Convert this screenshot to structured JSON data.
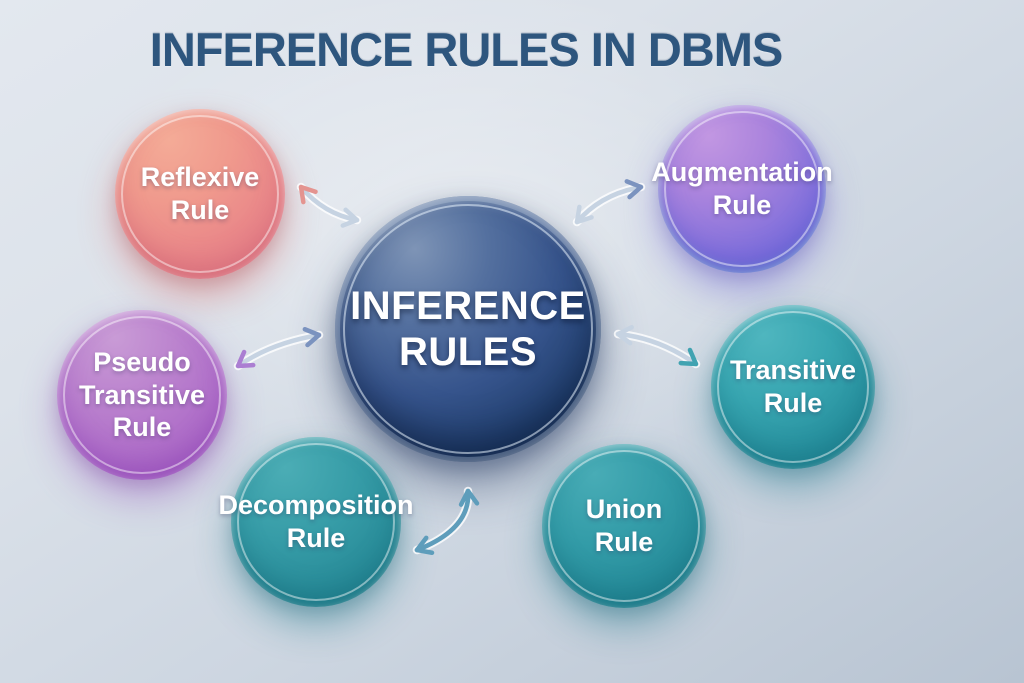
{
  "title": "INFERENCE RULES IN DBMS",
  "center": {
    "lines": [
      "INFERENCE",
      "RULES"
    ]
  },
  "nodes": {
    "reflexive": {
      "lines": [
        "Reflexive",
        "Rule"
      ],
      "color": "#ec8d89"
    },
    "augmentation": {
      "lines": [
        "Augmentation",
        "Rule"
      ],
      "color": "#8a77dd"
    },
    "pseudo": {
      "lines": [
        "Pseudo",
        "Transitive",
        "Rule"
      ],
      "color": "#ab6cc8"
    },
    "transitive": {
      "lines": [
        "Transitive",
        "Rule"
      ],
      "color": "#2b9fab"
    },
    "decomposition": {
      "lines": [
        "Decomposition",
        "Rule"
      ],
      "color": "#2f99a4"
    },
    "union": {
      "lines": [
        "Union",
        "Rule"
      ],
      "color": "#2d9aa6"
    }
  },
  "arrows": [
    {
      "from": "center",
      "to": "reflexive",
      "bidirectional": true
    },
    {
      "from": "center",
      "to": "augmentation",
      "bidirectional": true
    },
    {
      "from": "center",
      "to": "pseudo",
      "bidirectional": true
    },
    {
      "from": "center",
      "to": "transitive",
      "bidirectional": true
    },
    {
      "from": "center",
      "to": "decomposition",
      "bidirectional": true
    }
  ],
  "colors": {
    "background_top": "#e3e8ef",
    "background_bottom": "#b8c4d2",
    "title_text": "#2e567e",
    "center_circle": "#2c4a80",
    "circle_text": "#ffffff",
    "arrow_light": "#c6d3e2",
    "arrow_teal": "#5e9dbb"
  }
}
